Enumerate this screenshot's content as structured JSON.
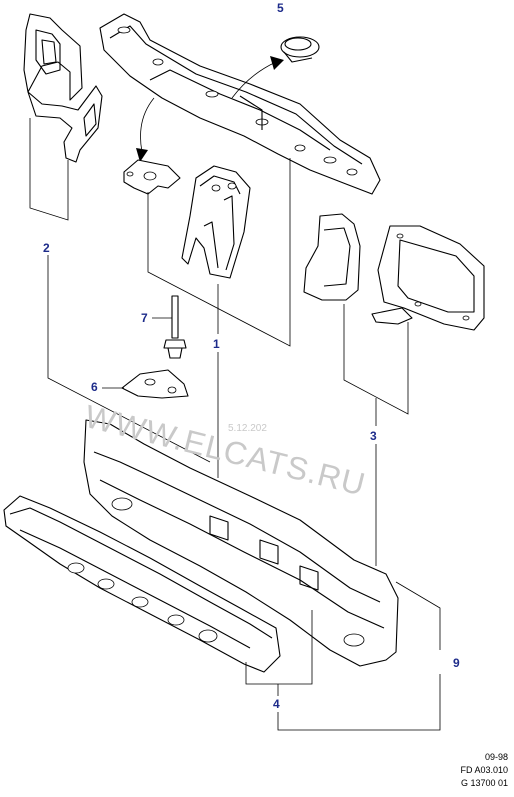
{
  "callouts": {
    "c1": "1",
    "c2": "2",
    "c3": "3",
    "c4": "4",
    "c5": "5",
    "c6": "6",
    "c7": "7",
    "c9": "9"
  },
  "watermark": {
    "site": "WWW.ELCATS.RU",
    "stamp": "5.12.202"
  },
  "footer": {
    "date_code": "09-98",
    "ref_code": "FD A03.010",
    "drawing_no": "G 13700 01"
  },
  "colors": {
    "callout": "#1d2b8a",
    "line": "#000000",
    "watermark": "#c9c9c9"
  }
}
